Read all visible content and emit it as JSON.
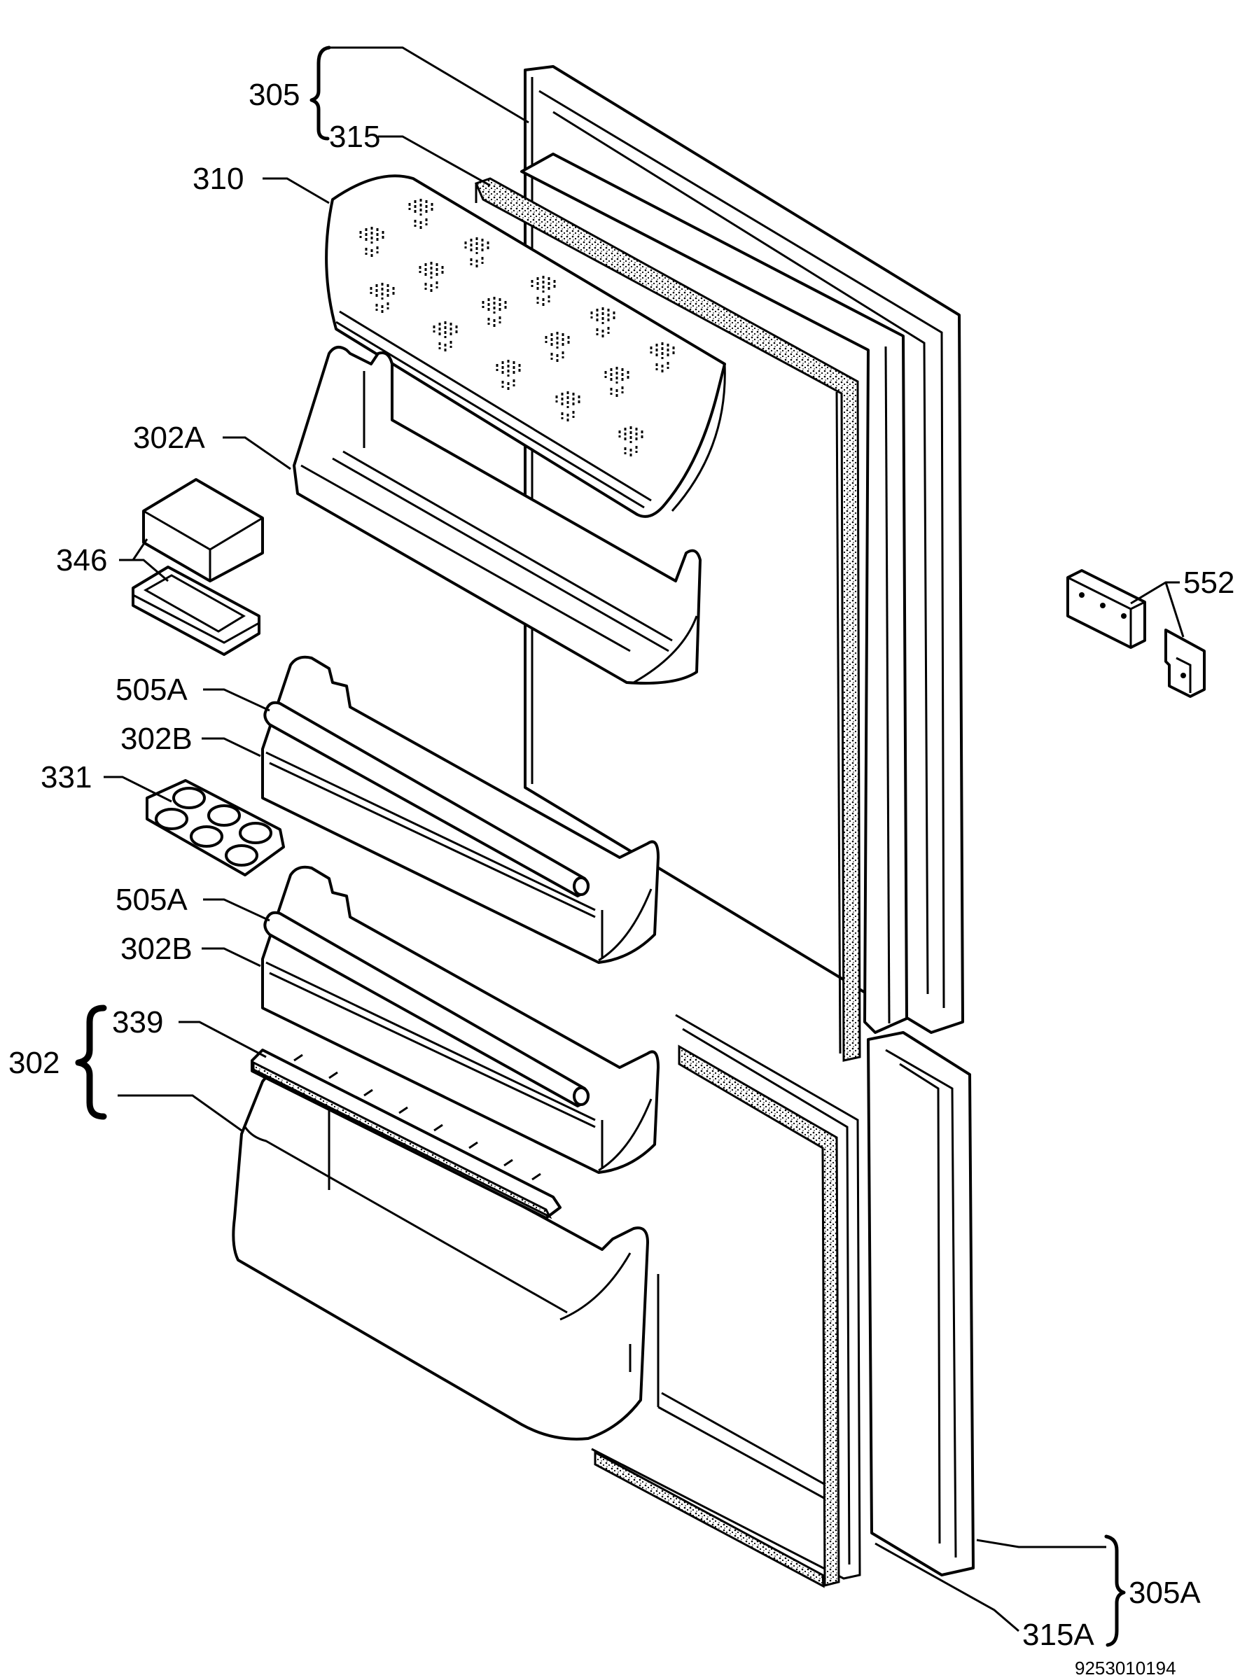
{
  "labels": {
    "door_upper": "305",
    "gasket_upper": "315",
    "cover_flap": "310",
    "shelf_upper": "302A",
    "butter_box": "346",
    "bar_a": "505A",
    "shelf_mid": "302B",
    "egg_tray": "331",
    "bar_b": "505A",
    "shelf_low": "302B",
    "bottle_set": "302",
    "bottle_holder": "339",
    "hinge": "552",
    "door_lower": "305A",
    "gasket_lower": "315A"
  },
  "drawing_number": "9253010194"
}
